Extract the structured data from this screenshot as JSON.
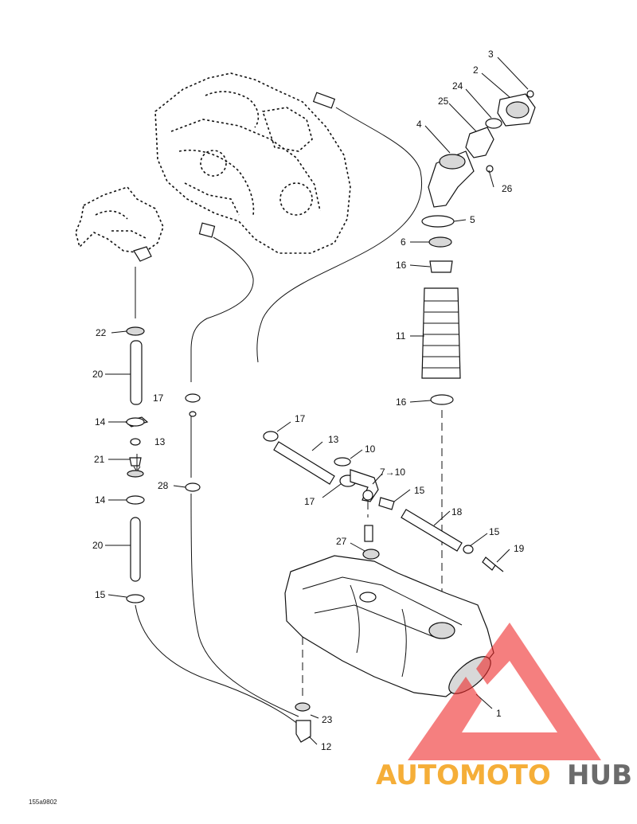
{
  "diagram": {
    "drawing_ref": "155a9802",
    "callouts": {
      "c1": "1",
      "c2": "2",
      "c3": "3",
      "c4": "4",
      "c5": "5",
      "c6": "6",
      "c11": "11",
      "c12": "12",
      "c13a": "13",
      "c13b": "13",
      "c14a": "14",
      "c14b": "14",
      "c15a": "15",
      "c15b": "15",
      "c15c": "15",
      "c16a": "16",
      "c16b": "16",
      "c17a": "17",
      "c17b": "17",
      "c17c": "17",
      "c18": "18",
      "c19": "19",
      "c20a": "20",
      "c20b": "20",
      "c21": "21",
      "c22": "22",
      "c23": "23",
      "c24": "24",
      "c25": "25",
      "c26": "26",
      "c27": "27",
      "c28": "28",
      "c10": "10",
      "c7to10": "7→10"
    }
  },
  "watermark": {
    "auto": "AUTO",
    "moto": "MOTO",
    "hub": "HUB",
    "colors": {
      "primary": "#ee2a2a",
      "accent": "#f5a623",
      "dark": "#5b5b5b"
    }
  }
}
